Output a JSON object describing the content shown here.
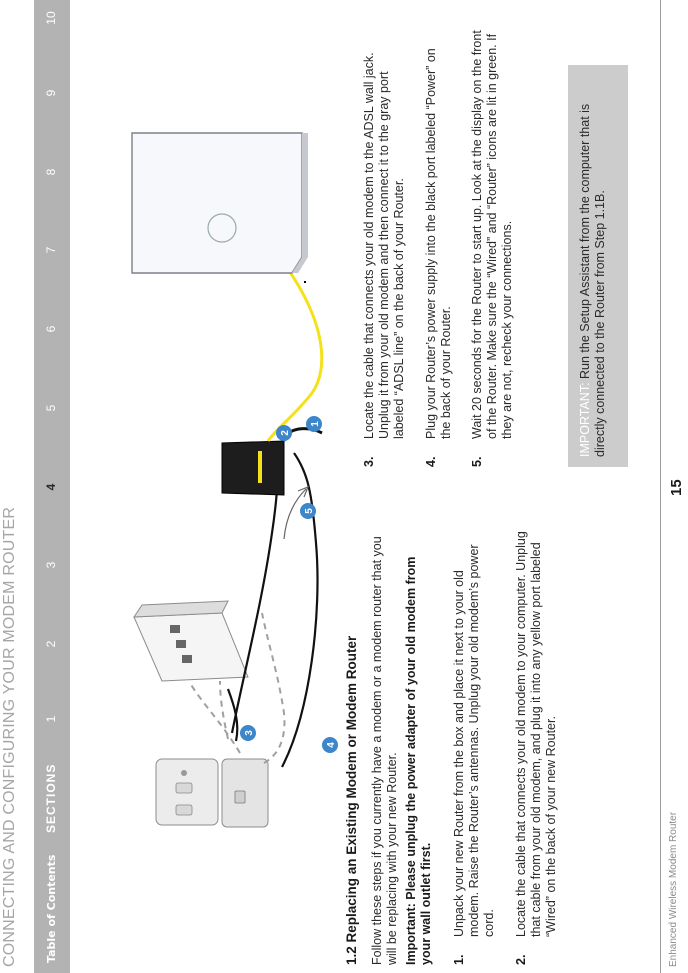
{
  "header": {
    "title": "CONNECTING AND CONFIGURING YOUR MODEM ROUTER"
  },
  "nav": {
    "toc_label": "Table of Contents",
    "sections_label": "SECTIONS",
    "numbers": [
      "1",
      "2",
      "3",
      "4",
      "5",
      "6",
      "7",
      "8",
      "9",
      "10"
    ],
    "active": "4"
  },
  "illustration": {
    "callouts": [
      "1",
      "2",
      "3",
      "4",
      "5"
    ],
    "cable_color": "#f5e11a"
  },
  "section": {
    "heading": "1.2 Replacing an Existing Modem or Modem Router",
    "intro": "Follow these steps if you currently have a modem or a modem router that you will be replacing with your new Router.",
    "important_note": "Important: Please unplug the power adapter of your old modem from your wall outlet first.",
    "steps": [
      {
        "num": "1.",
        "text": "Unpack your new Router from the box and place it next to your old modem. Raise the Router’s antennas. Unplug your old modem’s power cord."
      },
      {
        "num": "2.",
        "text": "Locate the cable that connects your old modem to your computer. Unplug that cable from your old modem, and plug it into any yellow port labeled “Wired” on the back of your new Router."
      },
      {
        "num": "3.",
        "text": "Locate the cable that connects your old modem to the ADSL wall jack. Unplug it from your old modem and then connect it to the gray port labeled “ADSL line” on the back of your Router."
      },
      {
        "num": "4.",
        "text": "Plug your Router’s power supply into the black port labeled “Power” on the back of your Router."
      },
      {
        "num": "5.",
        "text": "Wait 20 seconds for the Router to start up. Look at the display on the front of the Router. Make sure the “Wired” and “Router” icons are lit in green. If they are not, recheck your connections."
      }
    ]
  },
  "important_box": {
    "label": "IMPORTANT:",
    "text": "Run the Setup Assistant from the computer that is directly connected to the Router from Step 1.1B."
  },
  "footer": {
    "product": "Enhanced Wireless Modem Router",
    "page": "15"
  }
}
